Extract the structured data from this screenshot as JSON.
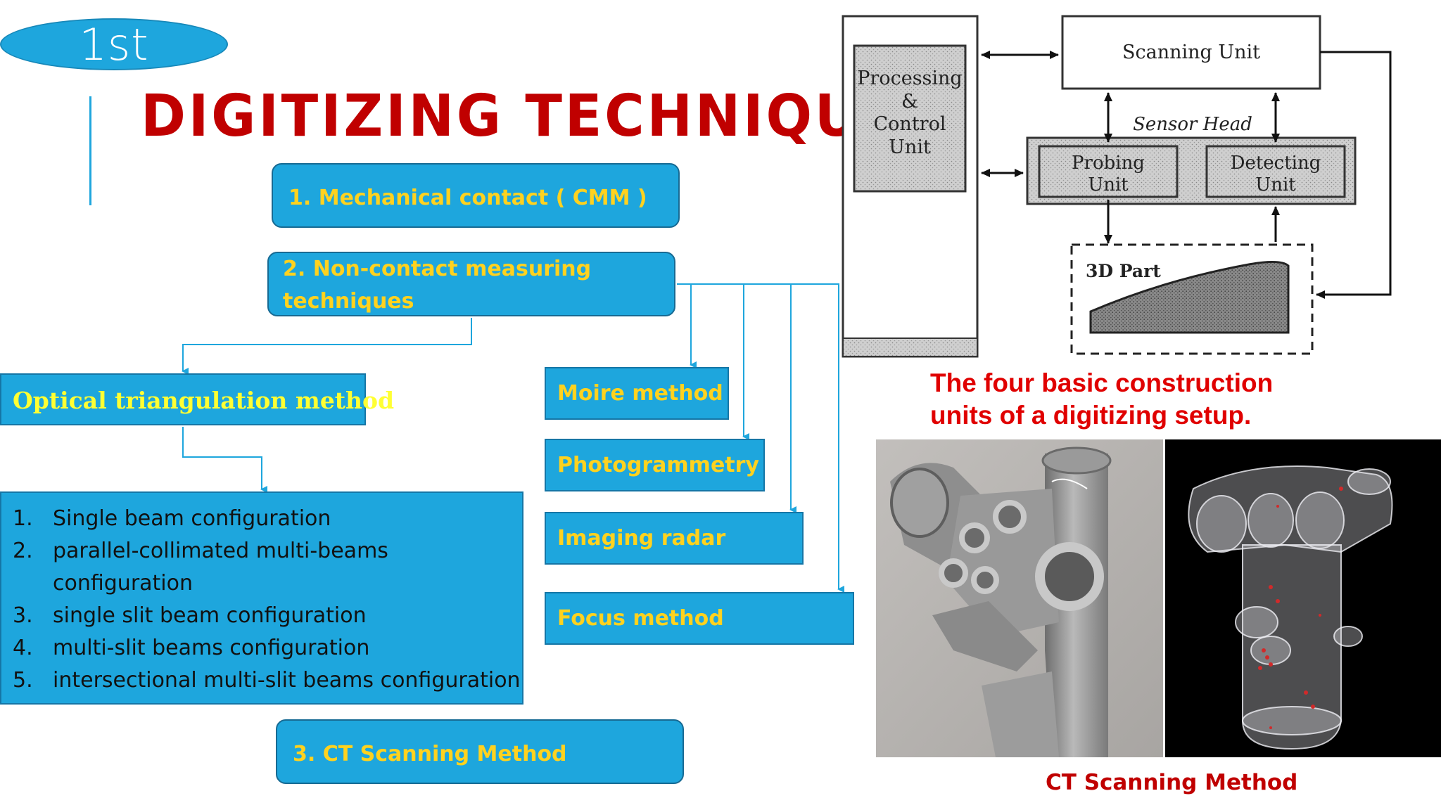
{
  "badge": {
    "text": "1st"
  },
  "title": "DIGITIZING TECHNIQUES",
  "techniques": {
    "mechanical": "1. Mechanical contact ( CMM )",
    "noncontact_line1": "2. Non-contact measuring",
    "noncontact_line2": "techniques",
    "ct": "3. CT Scanning Method"
  },
  "optical": {
    "label": "Optical triangulation method",
    "configs": [
      {
        "num": "1.",
        "text": "Single beam configuration"
      },
      {
        "num": "2.",
        "text": "parallel-collimated multi-beams"
      },
      {
        "num": "",
        "text": "configuration"
      },
      {
        "num": "3.",
        "text": "single slit beam configuration"
      },
      {
        "num": "4.",
        "text": "multi-slit beams configuration"
      },
      {
        "num": "5.",
        "text": "intersectional multi-slit beams configuration"
      }
    ]
  },
  "methods": {
    "moire": "Moire method",
    "photogrammetry": "Photogrammetry",
    "radar": "Imaging radar",
    "focus": "Focus method"
  },
  "block_diagram": {
    "processing_line1": "Processing",
    "processing_line2": "&",
    "processing_line3": "Control",
    "processing_line4": "Unit",
    "scanning": "Scanning Unit",
    "sensor_head": "Sensor Head",
    "probing_line1": "Probing",
    "probing_line2": "Unit",
    "detecting_line1": "Detecting",
    "detecting_line2": "Unit",
    "part": "3D Part"
  },
  "captions": {
    "setup_line1": "The four basic construction",
    "setup_line2": "units of a digitizing setup.",
    "ct_caption": "CT Scanning Method"
  },
  "colors": {
    "box_fill": "#1ea6dd",
    "box_text": "#ffd21f",
    "title_red": "#c00000",
    "caption_red": "#e00000"
  }
}
